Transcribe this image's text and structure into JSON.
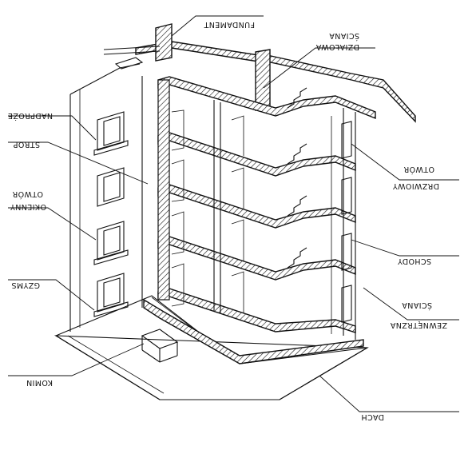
{
  "labels": {
    "fundament": "FUNDAMENT",
    "sciana_top": "ŚCIANA",
    "dzialowa": "DZIAŁOWA",
    "nadproze": "NADPROŻE",
    "strop": "STROP",
    "otwor_okienny_1": "OTWÓR",
    "otwor_okienny_2": "OKIENNY",
    "gzyms": "GZYMS",
    "komin": "KOMIN",
    "otwor_drzwiowy_1": "OTWÓR",
    "otwor_drzwiowy_2": "DRZWIOWY",
    "schody": "SCHODY",
    "sciana_zew_1": "ŚCIANA",
    "sciana_zew_2": "ZEWNĘTRZNA",
    "dach": "DACH"
  }
}
